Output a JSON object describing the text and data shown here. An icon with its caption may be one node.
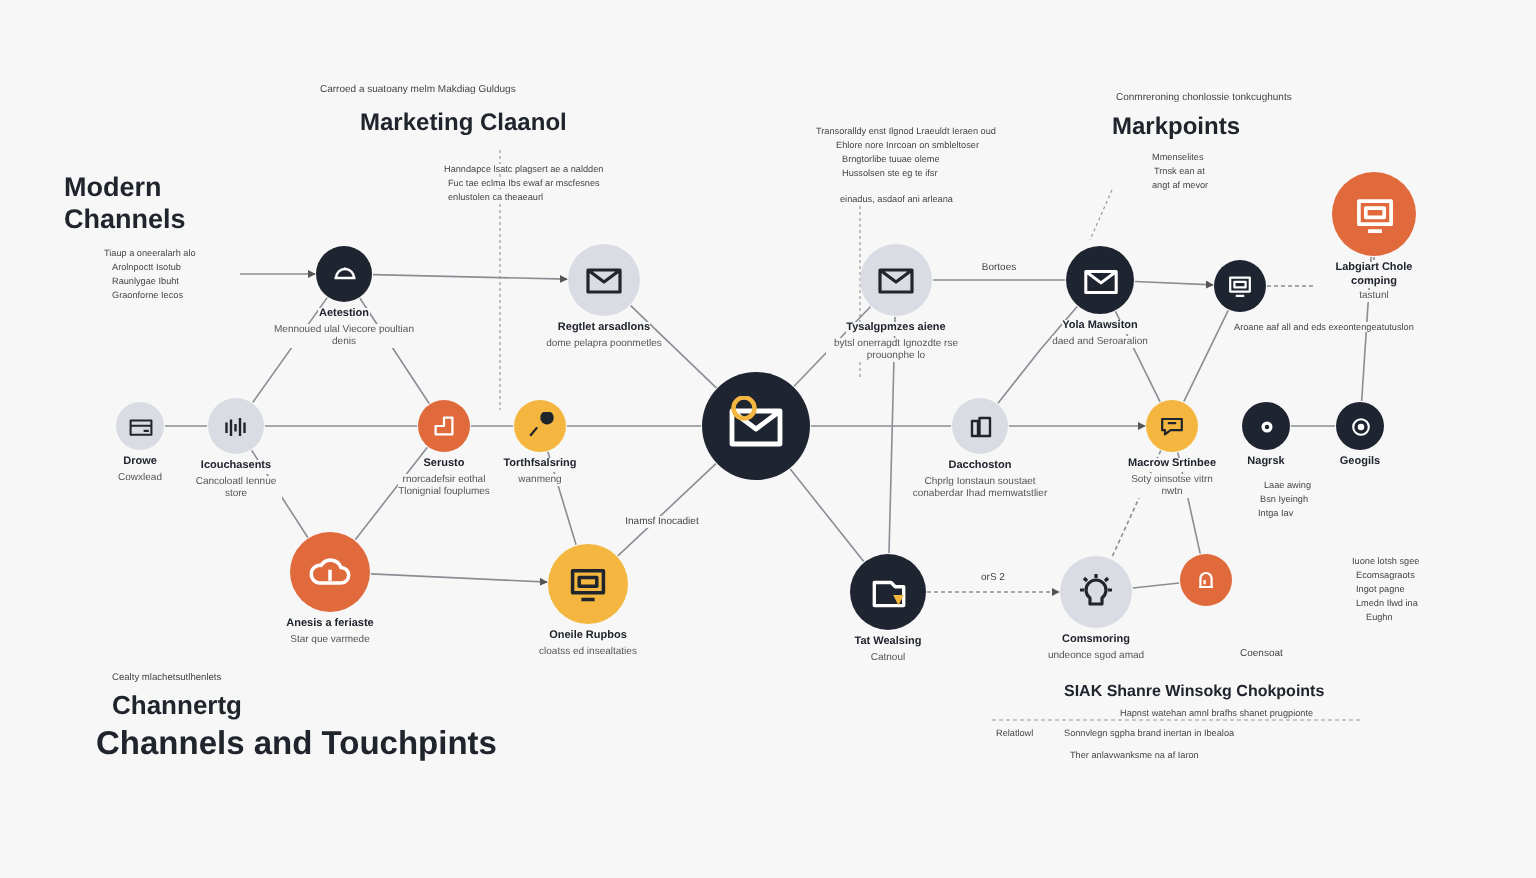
{
  "diagram": {
    "nodes": [
      {
        "text": [
          "Drowe",
          "Cowxlead"
        ]
      },
      {
        "text": [
          "Icouchasents",
          "Cancoloatl Iennue store"
        ]
      },
      {
        "text": [
          "Aetestion",
          "Mennoued ulal Viecore poultian denis"
        ]
      },
      {
        "text": [
          "Serusto",
          "rnorcadefsir eothal Tlonignial fouplumes"
        ]
      },
      {
        "text": [
          "Torthfsalsring",
          "wanmeng"
        ]
      },
      {
        "text": [
          "Anesis a feriaste",
          "Star que varmede"
        ]
      },
      {
        "text": [
          "Oneile Rupbos",
          "cloatss ed insealtaties"
        ]
      },
      {
        "text": [
          "Regtlet arsadlons",
          "dome pelapra poonmetles"
        ]
      },
      {
        "text": [],
        "shape": "circle"
      },
      {
        "text": [
          "Tysalgpmzes aiene",
          "bytsl onerragdt Ignozdte rse prouonphe lo"
        ]
      },
      {
        "text": [
          "Dacchoston",
          "Chprlg Ionstaun soustaet conaberdar Ihad memwatstlier"
        ]
      },
      {
        "text": [
          "Tat Wealsing",
          "Catnoul"
        ]
      },
      {
        "text": [
          "Yola Mawsiton",
          "daed and Seroaralion"
        ]
      },
      {
        "text": [],
        "shape": "circle"
      },
      {
        "text": [
          "Labgiart Chole comping",
          "tastunl"
        ]
      },
      {
        "text": [
          "Macrow Srtinbee",
          "Soty oinsotse vitrn nwtn"
        ]
      },
      {
        "text": [
          "Nagrsk"
        ]
      },
      {
        "text": [
          "Geogils"
        ]
      },
      {
        "text": [
          "Comsmoring",
          "undeonce sgod amad"
        ]
      },
      {
        "text": [],
        "shape": "circle"
      }
    ],
    "edges": [
      {
        "from": null,
        "to": 2,
        "arrow": "to"
      },
      {
        "from": 2,
        "to": 7,
        "arrow": "to"
      },
      {
        "from": 7,
        "to": 8,
        "arrow": "none"
      },
      {
        "from": 9,
        "to": 8,
        "arrow": "none"
      },
      {
        "from": 9,
        "to": 12,
        "arrow": "none",
        "label": "Bortoes"
      },
      {
        "from": 12,
        "to": 13,
        "arrow": "to"
      },
      {
        "from": 13,
        "to": 14,
        "arrow": "none",
        "style": "dashed"
      },
      {
        "from": 0,
        "to": 1,
        "arrow": "none"
      },
      {
        "from": 1,
        "to": 3,
        "arrow": "none"
      },
      {
        "from": 3,
        "to": 4,
        "arrow": "none"
      },
      {
        "from": 4,
        "to": 8,
        "arrow": "none"
      },
      {
        "from": 8,
        "to": 10,
        "arrow": "none"
      },
      {
        "from": 10,
        "to": 15,
        "arrow": "to"
      },
      {
        "from": 16,
        "to": 17,
        "arrow": "none"
      },
      {
        "from": 1,
        "to": 2,
        "arrow": "none"
      },
      {
        "from": 2,
        "to": 3,
        "arrow": "none"
      },
      {
        "from": 1,
        "to": 5,
        "arrow": "none"
      },
      {
        "from": 3,
        "to": 5,
        "arrow": "none"
      },
      {
        "from": 5,
        "to": 6,
        "arrow": "to"
      },
      {
        "from": 4,
        "to": 6,
        "arrow": "none"
      },
      {
        "from": 6,
        "to": 8,
        "arrow": "none",
        "label": "Inamsf Inocadiet"
      },
      {
        "from": 8,
        "to": 11,
        "arrow": "none"
      },
      {
        "from": 11,
        "to": 18,
        "arrow": "to",
        "style": "dashed",
        "label": "orS 2"
      },
      {
        "from": 18,
        "to": 19,
        "arrow": "none"
      },
      {
        "from": 19,
        "to": 15,
        "arrow": "none"
      },
      {
        "from": 13,
        "to": 15,
        "arrow": "none"
      },
      {
        "from": 12,
        "to": 15,
        "arrow": "none"
      },
      {
        "from": 10,
        "to": 12,
        "arrow": "none"
      },
      {
        "from": 14,
        "to": 17,
        "arrow": "none"
      },
      {
        "from": 15,
        "to": 18,
        "arrow": "none",
        "style": "dashed"
      },
      {
        "from": 9,
        "to": 11,
        "arrow": "none"
      }
    ],
    "labels": [
      "Carroed a suatoany melm Makdiag Guldugs",
      "Marketing Claanol",
      "Hanndapce lsatc plagsert ae a naldden",
      "Fuc tae eclma Ibs ewaf ar mscfesnes",
      "enlustolen ca theaeaurl",
      "Transoralldy enst Ilgnod Lraeuldt Ieraen oud",
      "Ehlore nore Inrcoan on smbleltoser",
      "Brngtorlibe tuuae oleme",
      "Hussolsen ste eg te ifsr",
      "einadus, asdaof ani arleana",
      "Conmreroning chonlossie tonkcughunts",
      "Markpoints",
      "Mmenselites",
      "Trnsk ean at",
      "angt af mevor",
      "Modern Channels",
      "Tiaup a oneeralarh alo",
      "Arolnpoctt Isotub",
      "Raunlygae Ibuht",
      "Graonforne Iecos",
      "Aroane aaf all and eds exeontengeatutuslon",
      "Laae awing",
      "Bsn Iyeingh",
      "Intga Iav",
      "Iuone lotsh sgee",
      "Ecomsagraots",
      "Ingot pagne",
      "Lmedn Ilwd ina",
      "Eughn",
      "Coensoat",
      "SIAK Shanre Winsokg Chokpoints",
      "Hapnst watehan amnl brafhs shanet prugpionte",
      "Relatlowl",
      "Sonnvlegn sgpha brand inertan in Ibealoa",
      "Ther anlavwanksme na af Iaron",
      "Cealty mlachetsutlhenlets",
      "Channertg",
      "Channels and Touchpints"
    ]
  }
}
